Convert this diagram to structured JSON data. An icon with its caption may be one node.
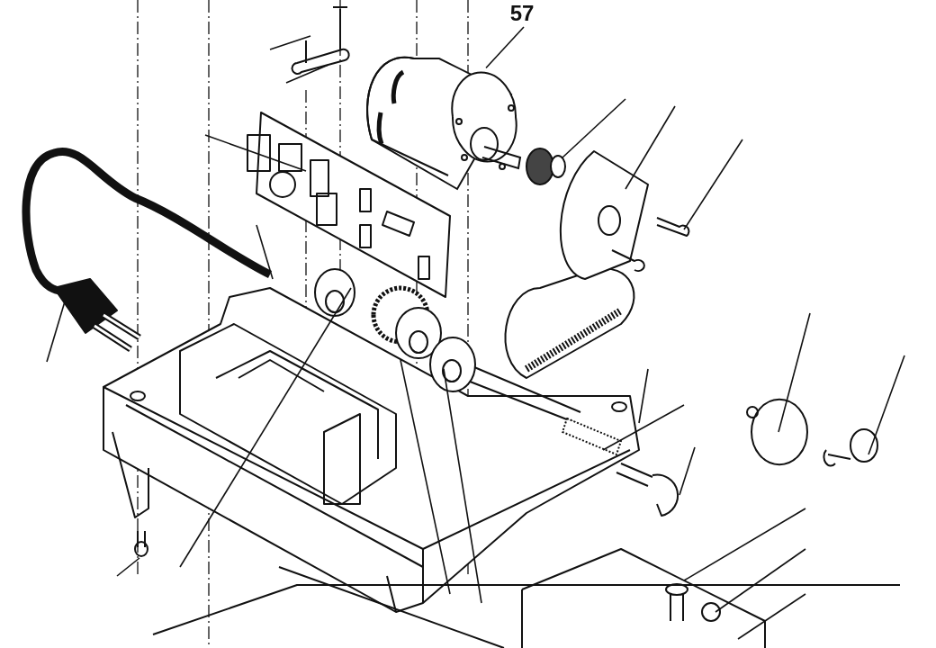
{
  "diagram": {
    "nodes": [
      {
        "text": [
          "57"
        ]
      },
      {
        "text": [],
        "shape": "picture"
      }
    ],
    "edges": [
      {
        "from": 0,
        "to": 1,
        "arrow": "none"
      }
    ]
  }
}
